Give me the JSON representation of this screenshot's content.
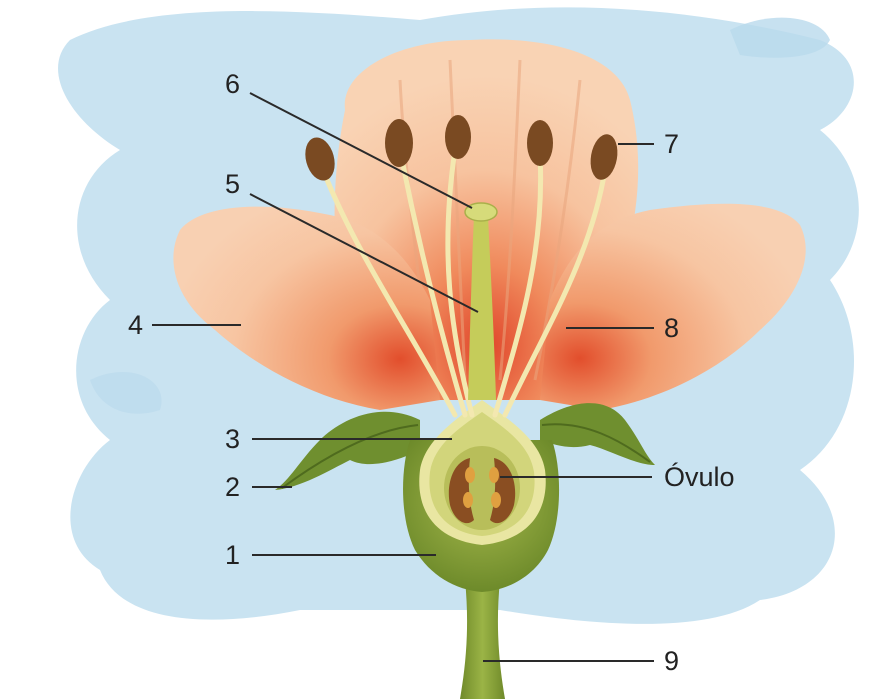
{
  "diagram": {
    "labels": {
      "l1": "1",
      "l2": "2",
      "l3": "3",
      "l4": "4",
      "l5": "5",
      "l6": "6",
      "l7": "7",
      "l8": "8",
      "l9": "9",
      "ovule": "Óvulo"
    },
    "colors": {
      "sky": "#c9e3f1",
      "petal": "#f6c6a0",
      "petal_dark": "#e2532b",
      "sepal": "#6f8f2f",
      "receptacle": "#8ca33a",
      "ovary_inner": "#d8dc86",
      "ovule": "#8a4e22",
      "anther": "#7a4a22",
      "filament": "#f3e8b0",
      "style": "#c5cc5a",
      "stem": "#8aa23a"
    }
  }
}
